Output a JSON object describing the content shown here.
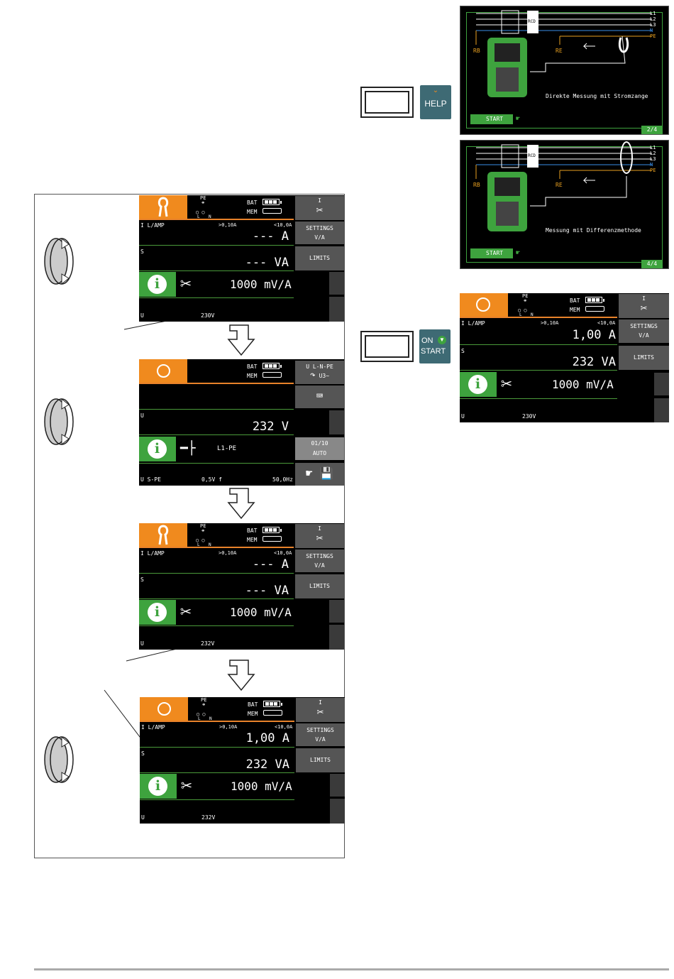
{
  "colors": {
    "orange": "#f08a1e",
    "green": "#3ea33e",
    "softkey": "#555555",
    "help_tile": "#3e6a74"
  },
  "screens": {
    "s1": {
      "pe": "PE",
      "l": "L",
      "n": "N",
      "bat": "BAT",
      "mem": "MEM",
      "sk1": "I",
      "sk2a": "SETTINGS",
      "sk2b": "V/A",
      "sk3": "LIMITS",
      "row1_label": "I L/AMP",
      "row1_min": ">0,10A",
      "row1_max": "<10,0A",
      "row1_value": "--- A",
      "row2_label": "S",
      "row2_value": "--- VA",
      "info_value": "1000 mV/A",
      "bottom_label": "U",
      "bottom_value": "230V"
    },
    "s2": {
      "bat": "BAT",
      "mem": "MEM",
      "sk1a": "U L-N-PE",
      "sk1b": "U3~",
      "row1_label": "U",
      "row1_value": "232 V",
      "info_text": "L1-PE",
      "counter": "01/10",
      "auto": "AUTO",
      "bottom_label": "U S-PE",
      "bottom_mid": "0,5V f",
      "bottom_right": "50,0Hz"
    },
    "s3": {
      "pe": "PE",
      "l": "L",
      "n": "N",
      "bat": "BAT",
      "mem": "MEM",
      "sk1": "I",
      "sk2a": "SETTINGS",
      "sk2b": "V/A",
      "sk3": "LIMITS",
      "row1_label": "I L/AMP",
      "row1_min": ">0,10A",
      "row1_max": "<10,0A",
      "row1_value": "--- A",
      "row2_label": "S",
      "row2_value": "--- VA",
      "info_value": "1000 mV/A",
      "bottom_label": "U",
      "bottom_value": "232V"
    },
    "s4": {
      "pe": "PE",
      "l": "L",
      "n": "N",
      "bat": "BAT",
      "mem": "MEM",
      "sk1": "I",
      "sk2a": "SETTINGS",
      "sk2b": "V/A",
      "sk3": "LIMITS",
      "row1_label": "I L/AMP",
      "row1_min": ">0,10A",
      "row1_max": "<10,0A",
      "row1_value": "1,00 A",
      "row2_label": "S",
      "row2_value": "232 VA",
      "info_value": "1000 mV/A",
      "bottom_label": "U",
      "bottom_value": "232V"
    },
    "s5": {
      "pe": "PE",
      "l": "L",
      "n": "N",
      "bat": "BAT",
      "mem": "MEM",
      "sk1": "I",
      "sk2a": "SETTINGS",
      "sk2b": "V/A",
      "sk3": "LIMITS",
      "row1_label": "I L/AMP",
      "row1_min": ">0,10A",
      "row1_max": "<10,0A",
      "row1_value": "1,00 A",
      "row2_label": "S",
      "row2_value": "232 VA",
      "info_value": "1000 mV/A",
      "bottom_label": "U",
      "bottom_value": "230V"
    }
  },
  "keys": {
    "help": "HELP",
    "on": "ON",
    "start": "START"
  },
  "diagrams": {
    "d1": {
      "lines": [
        "L1",
        "L2",
        "L3",
        "N",
        "PE"
      ],
      "rcd": "RCD",
      "rb": "RB",
      "re": "RE",
      "caption": "Direkte Messung mit Stromzange",
      "start": "START",
      "page": "2/4"
    },
    "d2": {
      "lines": [
        "L1",
        "L2",
        "L3",
        "N",
        "PE"
      ],
      "rcd": "RCD",
      "rb": "RB",
      "re": "RE",
      "caption": "Messung mit Differenzmethode",
      "start": "START",
      "page": "4/4"
    }
  }
}
